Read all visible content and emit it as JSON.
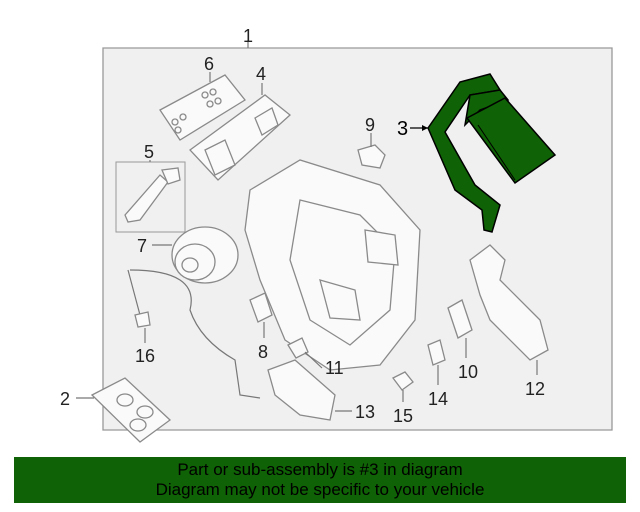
{
  "diagram": {
    "callouts": [
      "1",
      "2",
      "3",
      "4",
      "5",
      "6",
      "7",
      "8",
      "9",
      "10",
      "11",
      "12",
      "13",
      "14",
      "15",
      "16"
    ],
    "highlighted_part": "3",
    "highlight_color": "#0f6205"
  },
  "banner": {
    "line1": "Part or sub-assembly is #3 in diagram",
    "line2": "Diagram may not be specific to your vehicle",
    "background": "#0f6205"
  }
}
